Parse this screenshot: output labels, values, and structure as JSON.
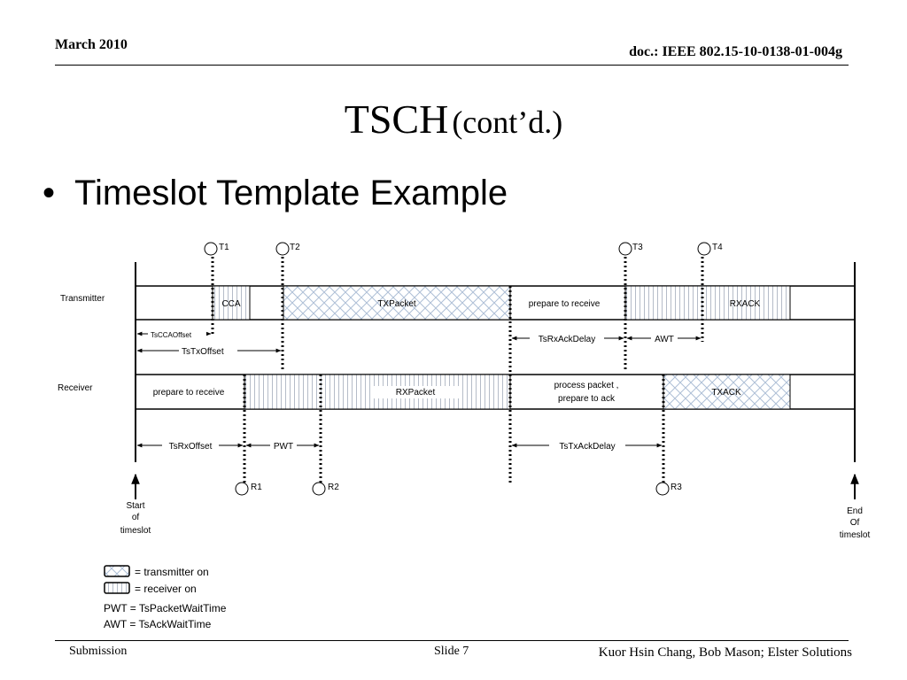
{
  "header": {
    "date": "March 2010",
    "doc": "doc.: IEEE 802.15-10-0138-01-004g"
  },
  "title": {
    "main": "TSCH",
    "sub": "(cont’d.)"
  },
  "bullet": "Timeslot Template Example",
  "diagram": {
    "rows": {
      "transmitter": "Transmitter",
      "receiver": "Receiver"
    },
    "tx_blocks": {
      "cca": "CCA",
      "tx_packet": "TXPacket",
      "prepare_receive": "prepare to receive",
      "rx_ack": "RXACK"
    },
    "rx_blocks": {
      "prepare_receive": "prepare to receive",
      "rx_packet": "RXPacket",
      "process_line1": "process packet ,",
      "process_line2": "prepare to ack",
      "tx_ack": "TXACK"
    },
    "timers": {
      "t1": "T1",
      "t2": "T2",
      "t3": "T3",
      "t4": "T4",
      "r1": "R1",
      "r2": "R2",
      "r3": "R3"
    },
    "intervals": {
      "ts_cca_offset": "TsCCAOffset",
      "ts_tx_offset": "TsTxOffset",
      "ts_rx_ack_delay": "TsRxAckDelay",
      "awt": "AWT",
      "ts_rx_offset": "TsRxOffset",
      "pwt": "PWT",
      "ts_tx_ack_delay": "TsTxAckDelay"
    },
    "start_label": [
      "Start",
      "of",
      "timeslot"
    ],
    "end_label": [
      "End",
      "Of",
      "timeslot"
    ],
    "legend": {
      "transmitter_on": "= transmitter on",
      "receiver_on": "= receiver on",
      "pwt_def": "PWT = TsPacketWaitTime",
      "awt_def": "AWT = TsAckWaitTime"
    }
  },
  "footer": {
    "left": "Submission",
    "slide": "Slide 7",
    "authors": "Kuor Hsin Chang, Bob Mason; Elster Solutions"
  }
}
